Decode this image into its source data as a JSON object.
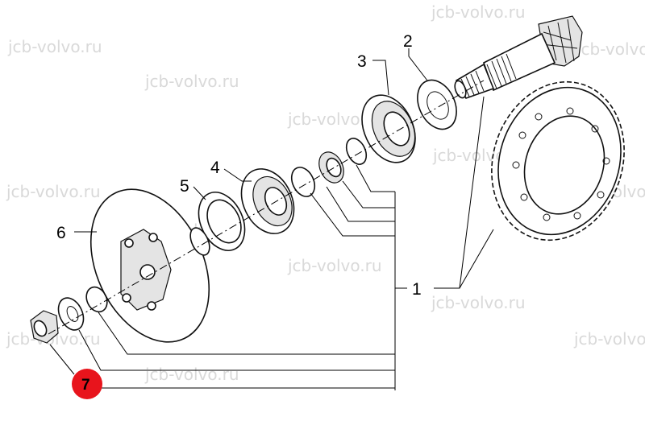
{
  "watermark": {
    "text": "jcb-volvo.ru",
    "color": "#d9d9d9"
  },
  "callouts": [
    {
      "id": "1",
      "text": "1",
      "highlighted": false
    },
    {
      "id": "2",
      "text": "2",
      "highlighted": false
    },
    {
      "id": "3",
      "text": "3",
      "highlighted": false
    },
    {
      "id": "4",
      "text": "4",
      "highlighted": false
    },
    {
      "id": "5",
      "text": "5",
      "highlighted": false
    },
    {
      "id": "6",
      "text": "6",
      "highlighted": false
    },
    {
      "id": "7",
      "text": "7",
      "highlighted": true,
      "marker_color": "#e8141c"
    }
  ],
  "parts": [
    "pinion-shaft",
    "shim-washer",
    "outer-bearing",
    "inner-bearing",
    "seal",
    "flange",
    "nut",
    "washer",
    "o-ring",
    "collapsible-spacer",
    "ring-gear"
  ]
}
